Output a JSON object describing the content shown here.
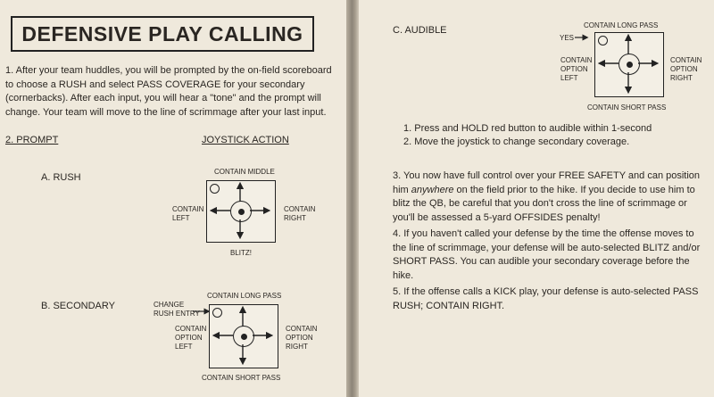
{
  "left_page": {
    "title": "DEFENSIVE PLAY CALLING",
    "intro": "1. After your team huddles, you will be prompted by the on-field scoreboard to choose a RUSH and select PASS COVERAGE for your secondary (cornerbacks). After each input, you will hear a \"tone\" and the prompt will change. Your team will move to the line of scrimmage after your last input.",
    "prompt_label": "2. PROMPT",
    "joystick_label": "JOYSTICK ACTION",
    "rush": {
      "label": "A. RUSH",
      "up": "CONTAIN MIDDLE",
      "left": "CONTAIN\nLEFT",
      "right": "CONTAIN\nRIGHT",
      "down": "BLITZ!"
    },
    "secondary": {
      "label": "B. SECONDARY",
      "change": "CHANGE\nRUSH ENTRY",
      "up": "CONTAIN LONG PASS",
      "left": "CONTAIN\nOPTION\nLEFT",
      "right": "CONTAIN\nOPTION\nRIGHT",
      "down": "CONTAIN SHORT PASS"
    }
  },
  "right_page": {
    "audible_label": "C. AUDIBLE",
    "audible": {
      "yes": "YES",
      "up": "CONTAIN LONG PASS",
      "left": "CONTAIN\nOPTION\nLEFT",
      "right": "CONTAIN\nOPTION\nRIGHT",
      "down": "CONTAIN SHORT PASS"
    },
    "steps": [
      "1. Press and HOLD red button to audible within 1-second",
      "2. Move the joystick to change secondary coverage."
    ],
    "item3_a": "3. You now have full control over your FREE SAFETY and can position him ",
    "item3_em": "anywhere",
    "item3_b": " on the field prior to the hike. If you decide to use him to blitz the QB, be careful that you don't cross the line of scrimmage or you'll be assessed a 5-yard OFFSIDES penalty!",
    "item4": "4. If you haven't called your defense by the time the offense moves to the line of scrimmage, your defense will be auto-selected BLITZ and/or SHORT PASS. You can audible your secondary coverage before the hike.",
    "item5": "5. If the offense calls a KICK play, your defense is auto-selected PASS RUSH; CONTAIN RIGHT."
  }
}
